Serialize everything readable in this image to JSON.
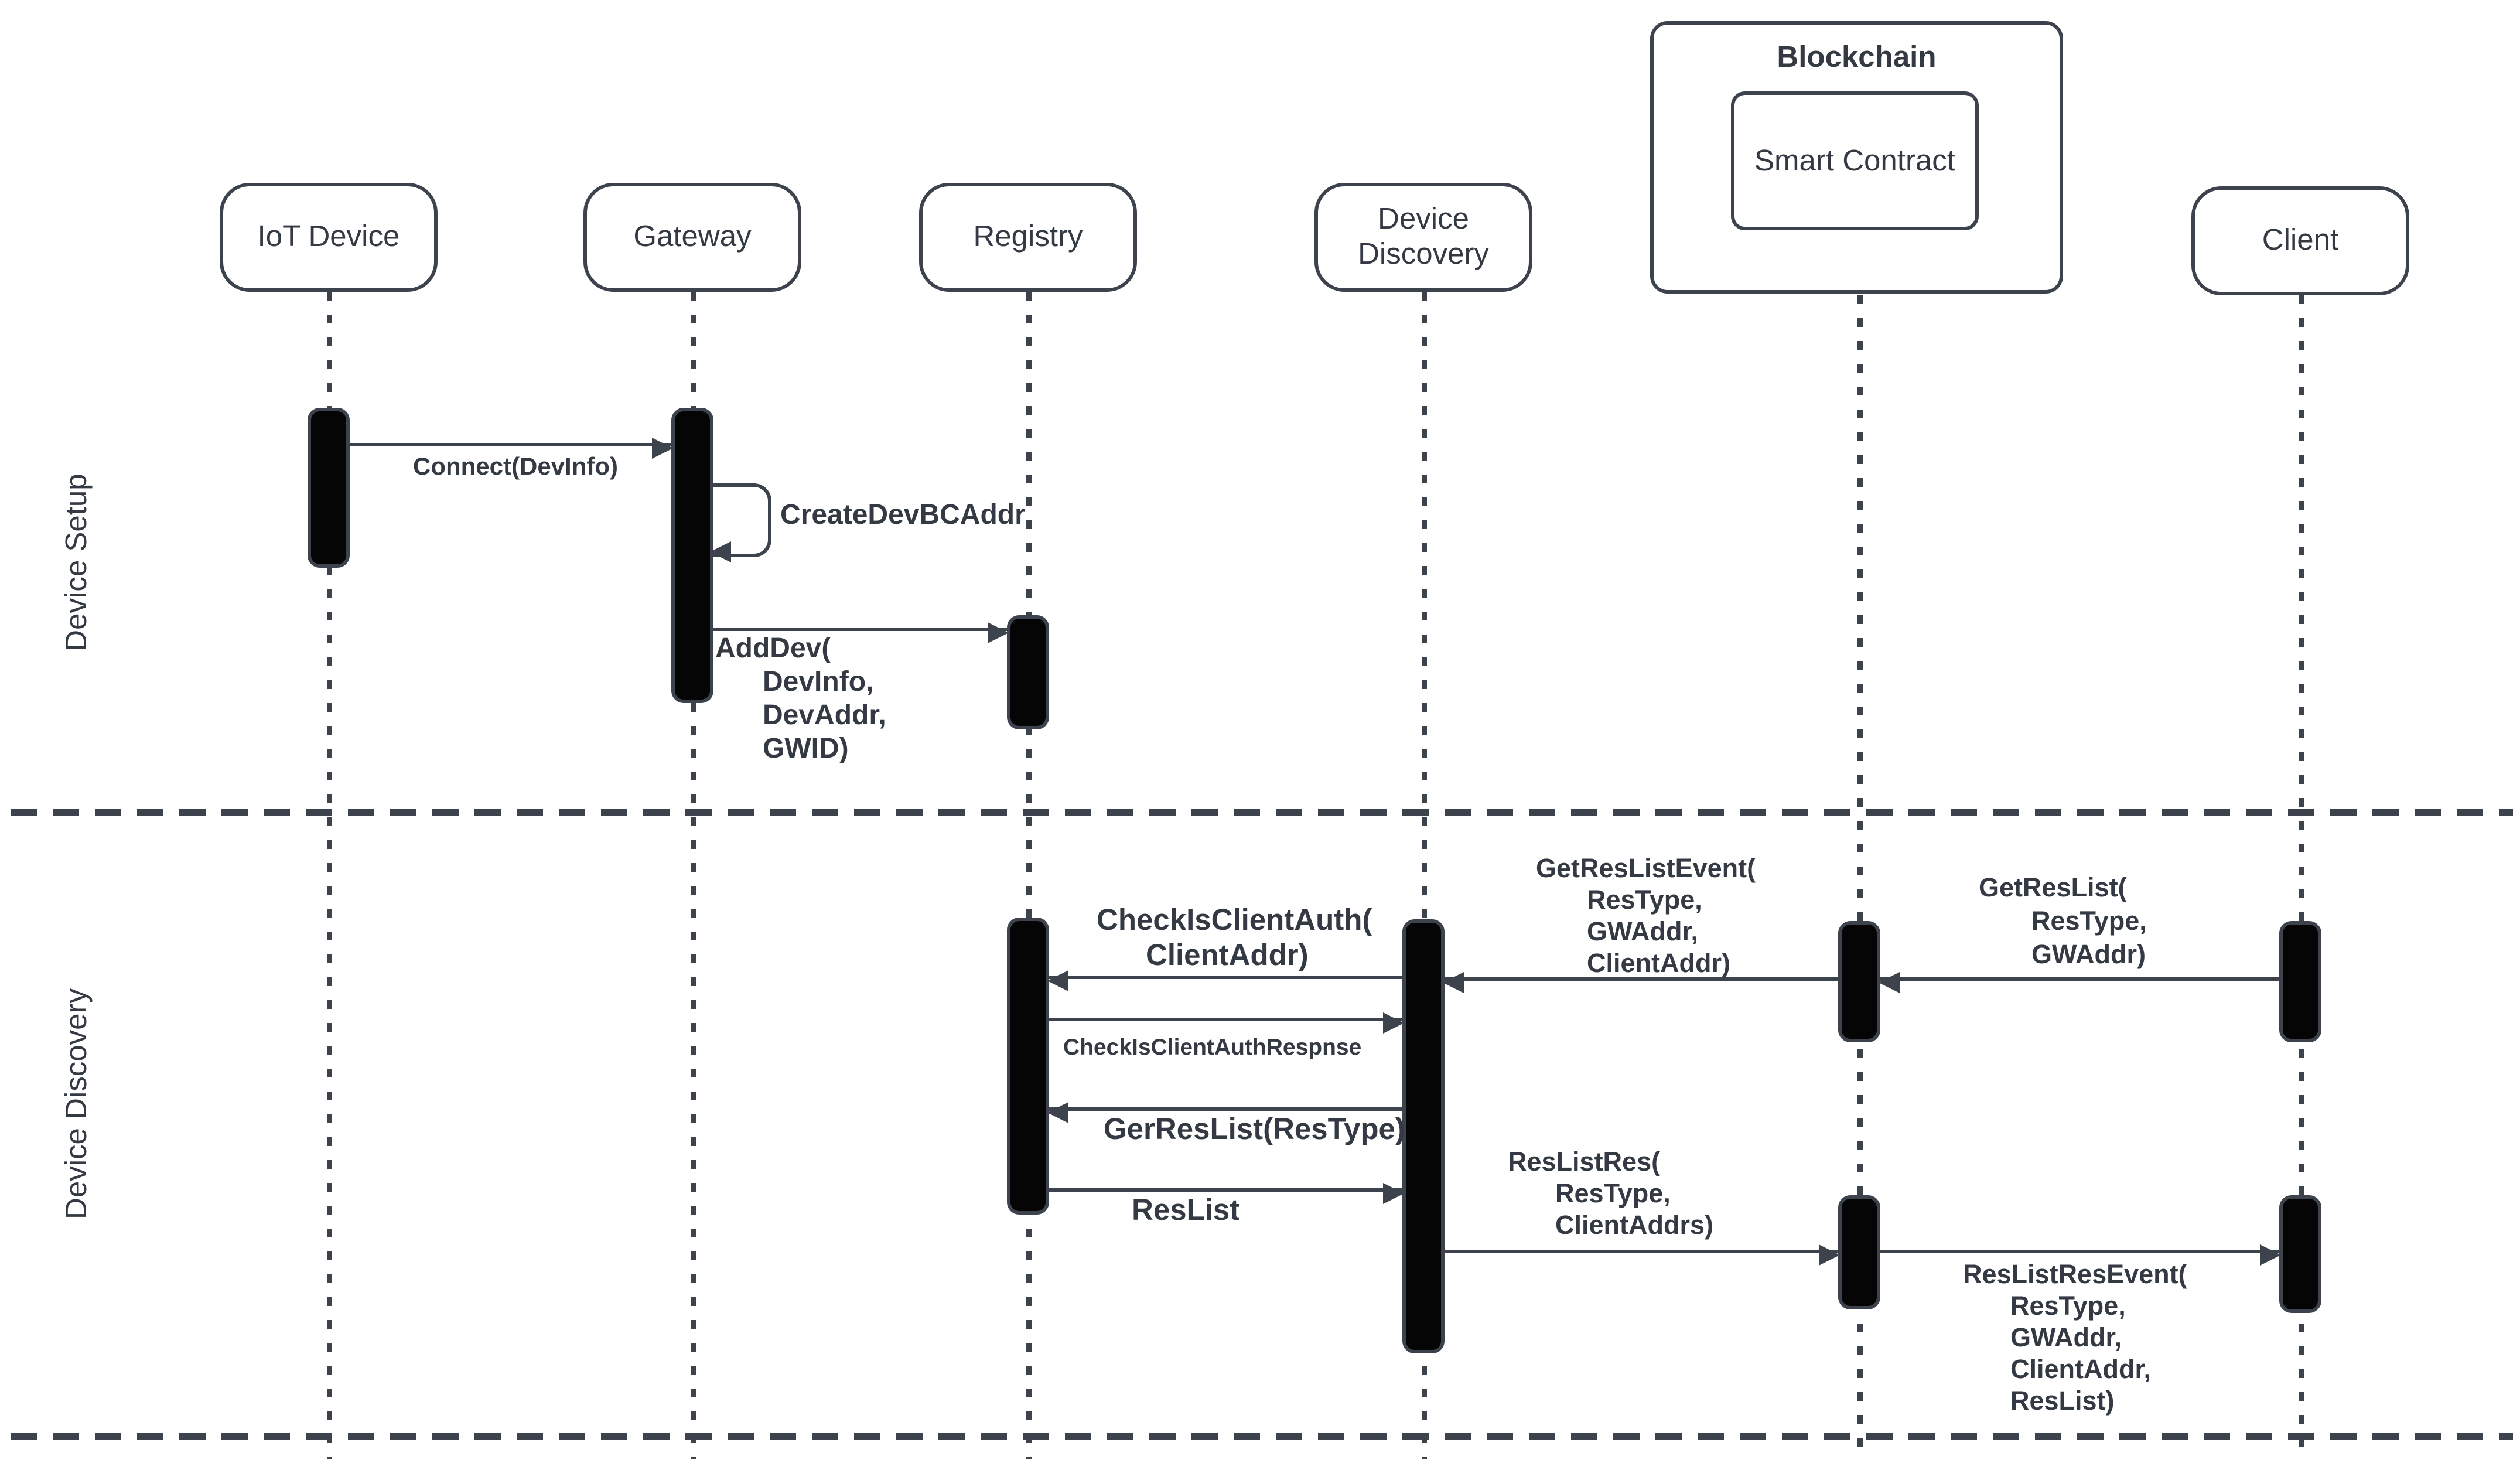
{
  "sections": {
    "setup_label": "Device Setup",
    "discovery_label": "Device Discovery"
  },
  "participants": {
    "iot_device": "IoT Device",
    "gateway": "Gateway",
    "registry": "Registry",
    "device_discovery": "Device Discovery",
    "blockchain": "Blockchain",
    "smart_contract": "Smart Contract",
    "client": "Client"
  },
  "messages": {
    "connect": {
      "lines": [
        "Connect(DevInfo)"
      ]
    },
    "create_dev_bc_addr": {
      "lines": [
        "CreateDevBCAddr"
      ]
    },
    "add_dev": {
      "lines": [
        "AddDev(",
        "DevInfo,",
        "DevAddr,",
        "GWID)"
      ]
    },
    "check_is_client_auth": {
      "lines": [
        "CheckIsClientAuth(",
        "ClientAddr)"
      ]
    },
    "check_is_client_auth_respnse": {
      "lines": [
        "CheckIsClientAuthRespnse"
      ]
    },
    "ger_res_list": {
      "lines": [
        "GerResList(ResType)"
      ]
    },
    "res_list": {
      "lines": [
        "ResList"
      ]
    },
    "get_res_list_event": {
      "lines": [
        "GetResListEvent(",
        "ResType,",
        "GWAddr,",
        "ClientAddr)"
      ]
    },
    "get_res_list": {
      "lines": [
        "GetResList(",
        "ResType,",
        "GWAddr)"
      ]
    },
    "res_list_res": {
      "lines": [
        "ResListRes(",
        "ResType,",
        "ClientAddrs)"
      ]
    },
    "res_list_res_event": {
      "lines": [
        "ResListResEvent(",
        "ResType,",
        "GWAddr,",
        "ClientAddr,",
        "ResList)"
      ]
    }
  },
  "colors": {
    "stroke": "#3d434d",
    "text": "#343a43",
    "bar_fill": "#050505",
    "background": "#ffffff"
  }
}
